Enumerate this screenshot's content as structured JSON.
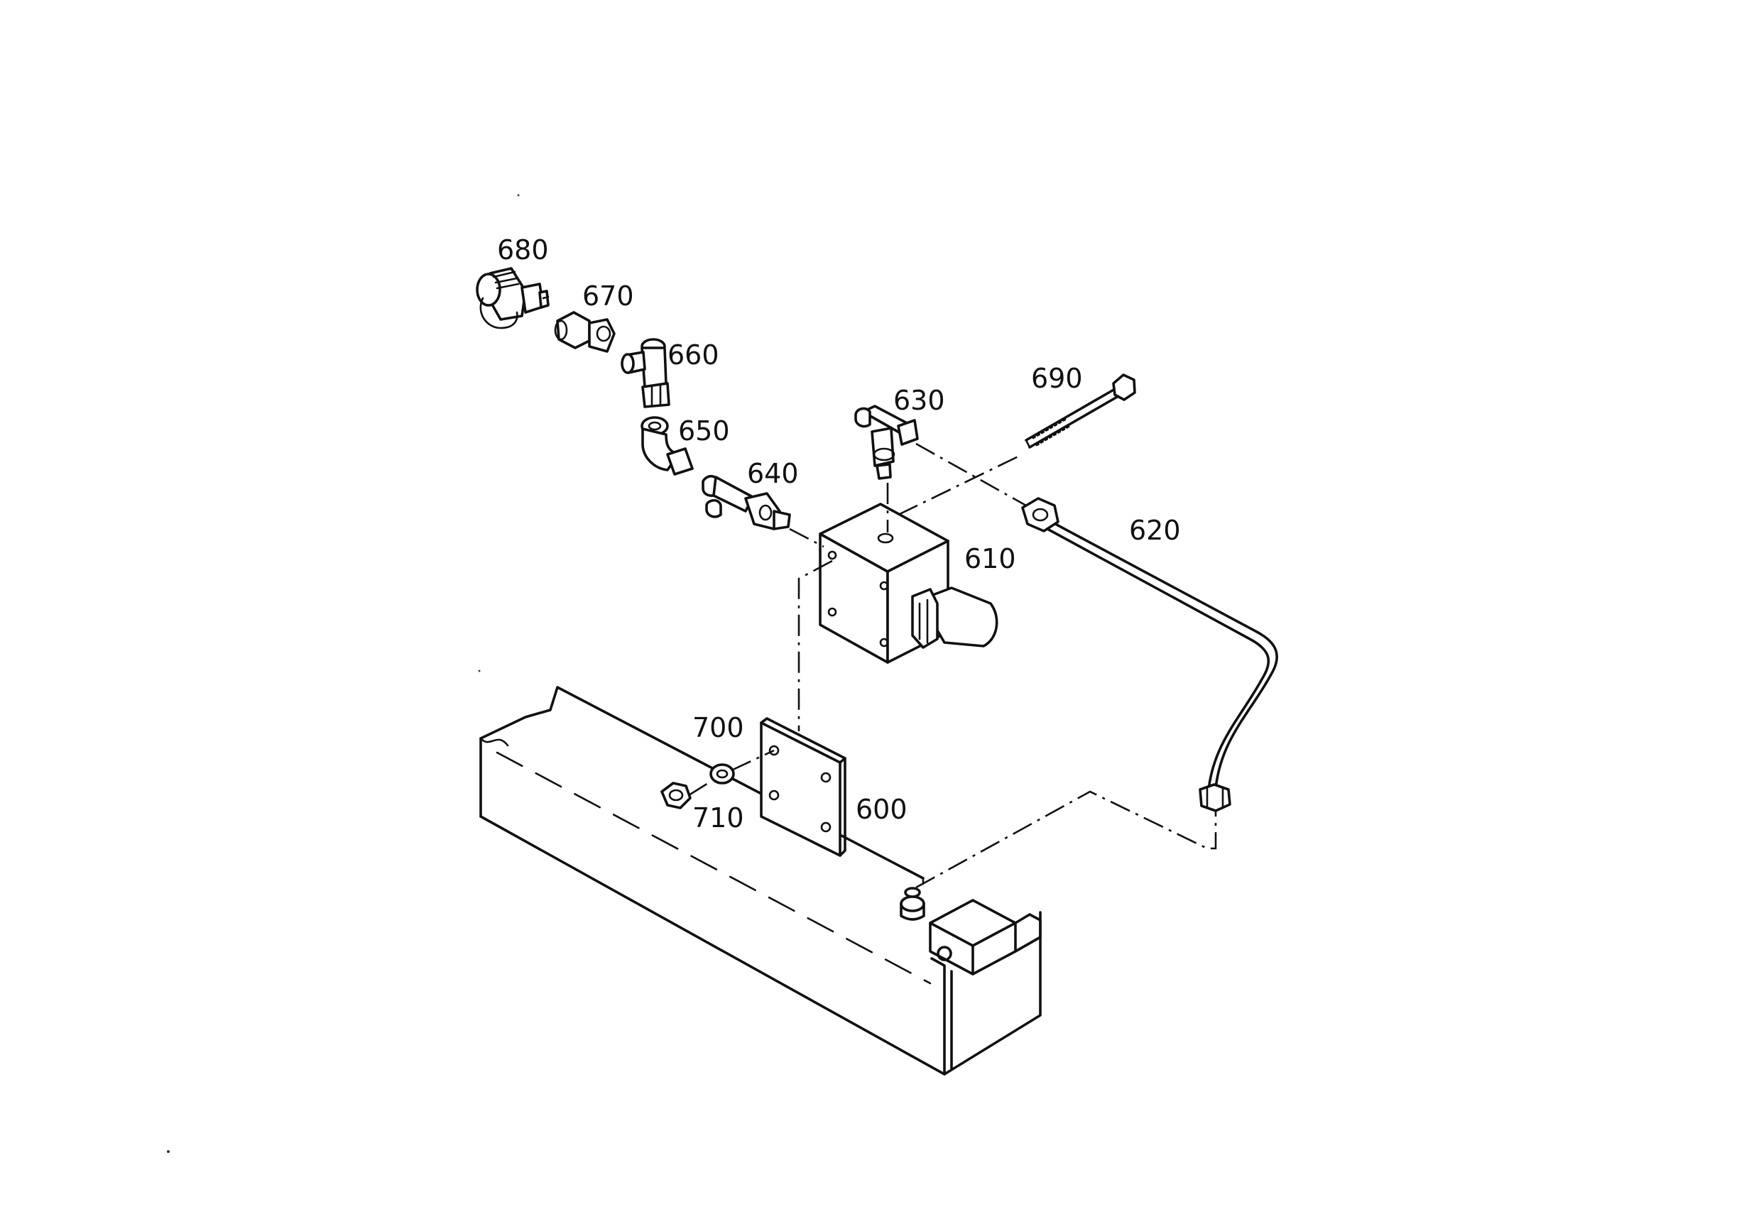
{
  "colors": {
    "line": "#111111",
    "background": "#ffffff"
  },
  "callouts": {
    "c600": "600",
    "c610": "610",
    "c620": "620",
    "c630": "630",
    "c640": "640",
    "c650": "650",
    "c660": "660",
    "c670": "670",
    "c680": "680",
    "c690": "690",
    "c700": "700",
    "c710": "710"
  }
}
